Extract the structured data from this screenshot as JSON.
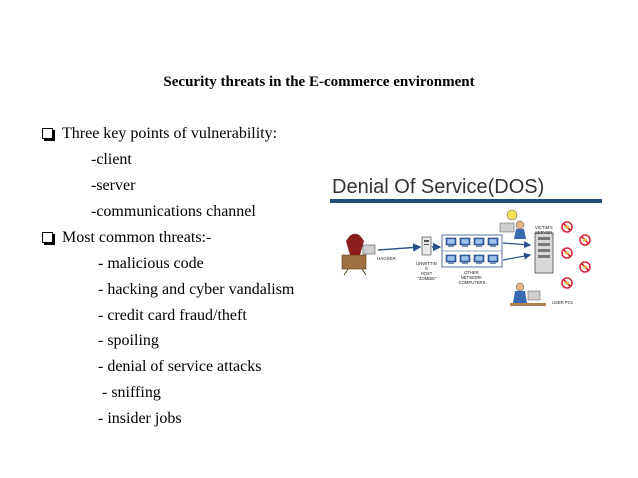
{
  "slide": {
    "title": "Security threats in the E-commerce environment",
    "bullets": [
      {
        "label": "Three key points of vulnerability:",
        "items": [
          "-client",
          "-server",
          "-communications channel"
        ]
      },
      {
        "label": "Most common threats:-",
        "items": [
          "- malicious code",
          "- hacking and cyber vandalism",
          "-  credit card fraud/theft",
          "- spoiling",
          "- denial of service attacks",
          " - sniffing",
          "- insider jobs"
        ]
      }
    ]
  },
  "diagram": {
    "title": "Denial Of Service(DOS)",
    "labels": {
      "hacker": "HACKER",
      "zombie": [
        "UNWITTIN",
        "G",
        "HOST",
        "\"ZOMBIE\""
      ],
      "network": [
        "OTHER",
        "NETWORK",
        "COMPUTERS"
      ],
      "victim": [
        "VICTIM'S",
        "SERVER"
      ],
      "users": "USER PCs"
    },
    "colors": {
      "accent_bar": "#1e4e79",
      "arrow": "#2a4f8a",
      "block": "#d9283a"
    }
  }
}
